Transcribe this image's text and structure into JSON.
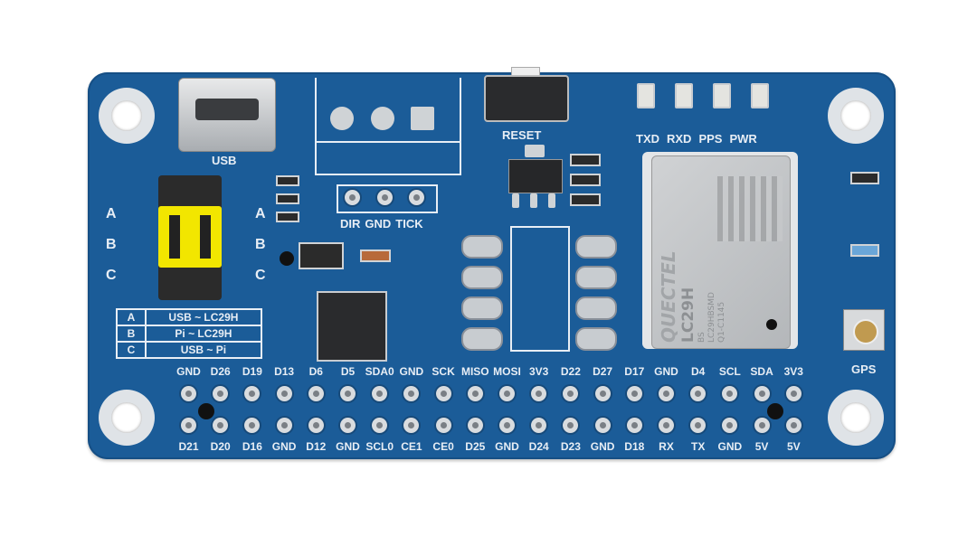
{
  "board": {
    "colors": {
      "pcb": "#1b5c98",
      "silkscreen": "#e8eef5",
      "jumper": "#f2e600",
      "module": "#c4c6c8"
    },
    "usb_label": "USB",
    "reset_label": "RESET",
    "terminal_labels": [
      "DIR",
      "GND",
      "TICK"
    ],
    "leds": [
      {
        "label": "TXD",
        "color": "#e05050"
      },
      {
        "label": "RXD",
        "color": "#e05050"
      },
      {
        "label": "PPS",
        "color": "#e05050"
      },
      {
        "label": "PWR",
        "color": "#e05050"
      }
    ],
    "gps_label": "GPS",
    "jumper_rows": [
      "A",
      "B",
      "C"
    ],
    "mode_table": [
      {
        "key": "A",
        "value": "USB ~ LC29H"
      },
      {
        "key": "B",
        "value": "Pi ~ LC29H"
      },
      {
        "key": "C",
        "value": "USB ~ Pi"
      }
    ],
    "module": {
      "brand": "QUECTEL",
      "model": "LC29H",
      "line1": "BS",
      "line2": "LC29HBSMD",
      "line3": "Q1-C1145"
    },
    "header_top": [
      "GND",
      "D26",
      "D19",
      "D13",
      "D6",
      "D5",
      "SDA0",
      "GND",
      "SCK",
      "MISO",
      "MOSI",
      "3V3",
      "D22",
      "D27",
      "D17",
      "GND",
      "D4",
      "SCL",
      "SDA",
      "3V3"
    ],
    "header_bottom": [
      "D21",
      "D20",
      "D16",
      "GND",
      "D12",
      "GND",
      "SCL0",
      "CE1",
      "CE0",
      "D25",
      "GND",
      "D24",
      "D23",
      "GND",
      "D18",
      "RX",
      "TX",
      "GND",
      "5V",
      "5V"
    ]
  }
}
